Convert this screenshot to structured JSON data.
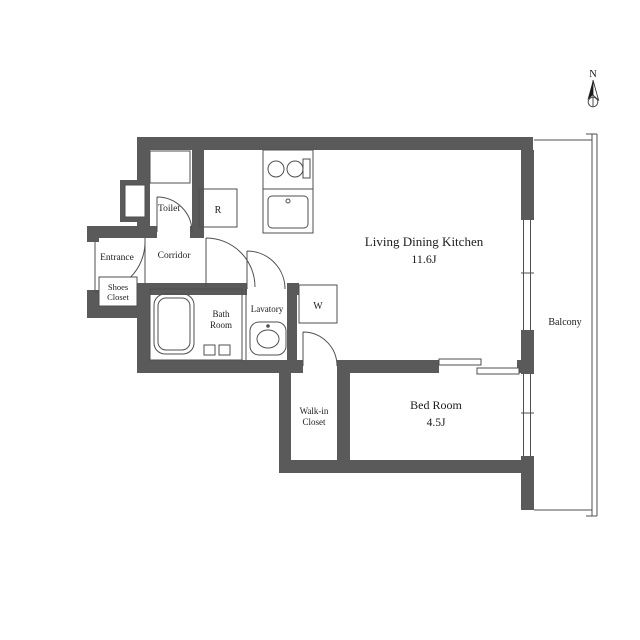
{
  "colors": {
    "wall": "#5a5a5a",
    "line": "#4f4f4f",
    "text": "#1c1c1c",
    "hatch": "#9a9a9a",
    "background": "#ffffff"
  },
  "compass": {
    "label": "N"
  },
  "rooms": {
    "ldk": {
      "name": "Living Dining Kitchen",
      "size": "11.6J"
    },
    "bedroom": {
      "name": "Bed Room",
      "size": "4.5J"
    },
    "balcony": {
      "name": "Balcony"
    },
    "entrance": {
      "name": "Entrance"
    },
    "corridor": {
      "name": "Corridor"
    },
    "toilet": {
      "name": "Toilet"
    },
    "shoes_closet": {
      "line1": "Shoes",
      "line2": "Closet"
    },
    "bath_room": {
      "line1": "Bath",
      "line2": "Room"
    },
    "lavatory": {
      "name": "Lavatory"
    },
    "walk_in_closet": {
      "line1": "Walk-in",
      "line2": "Closet"
    }
  },
  "appliances": {
    "refrigerator": "R",
    "washer": "W"
  }
}
